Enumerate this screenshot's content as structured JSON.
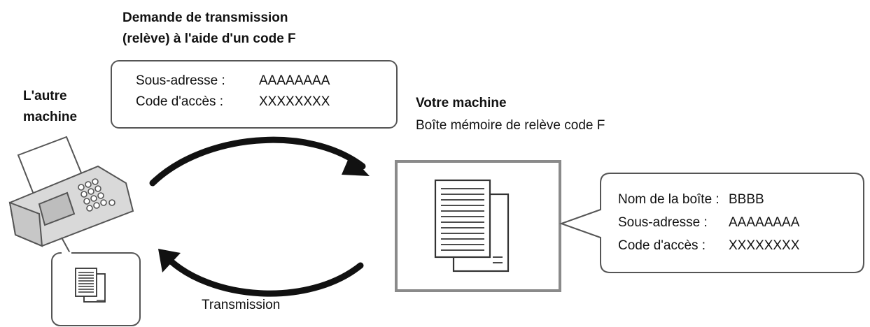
{
  "request": {
    "title_line1": "Demande de transmission",
    "title_line2": "(relève) à l'aide d'un code F",
    "sub_address_label": "Sous-adresse :",
    "sub_address_value": "AAAAAAAA",
    "passcode_label": "Code d'accès :",
    "passcode_value": "XXXXXXXX"
  },
  "other_machine": {
    "label_line1": "L'autre",
    "label_line2": "machine"
  },
  "your_machine": {
    "title": "Votre machine",
    "subtitle": "Boîte mémoire de relève code F"
  },
  "box_info": {
    "box_name_label": "Nom de la boîte :",
    "box_name_value": "BBBB",
    "sub_address_label": "Sous-adresse :",
    "sub_address_value": "AAAAAAAA",
    "passcode_label": "Code d'accès :",
    "passcode_value": "XXXXXXXX"
  },
  "transmission_label": "Transmission",
  "colors": {
    "border": "#555555",
    "box_border": "#8a8a8a",
    "fax_body": "#d9d9d9",
    "fax_panel": "#c7c7c7",
    "arrow": "#111111"
  }
}
